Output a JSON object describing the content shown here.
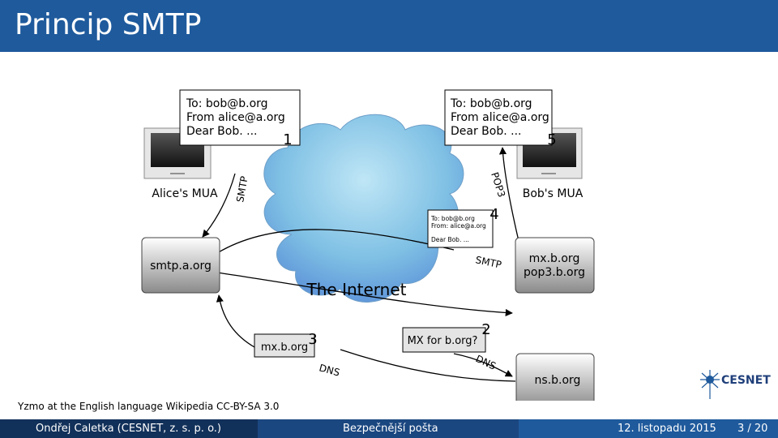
{
  "slide": {
    "title": "Princip SMTP"
  },
  "diagram": {
    "alice_mua": "Alice's MUA",
    "bob_mua": "Bob's MUA",
    "cloud": "The Internet",
    "smtp_server": "smtp.a.org",
    "mx_server": [
      "mx.b.org",
      "pop3.b.org"
    ],
    "ns_server": "ns.b.org",
    "mx_result": "mx.b.org",
    "mx_query": "MX for b.org?",
    "email_alice": [
      "To: bob@b.org",
      "From alice@a.org",
      "Dear Bob. ..."
    ],
    "email_bob": [
      "To: bob@b.org",
      "From alice@a.org",
      "Dear Bob. ..."
    ],
    "email_small": [
      "To: bob@b.org",
      "From: alice@a.org",
      "Dear Bob. ..."
    ],
    "steps": [
      "1",
      "2",
      "3",
      "4",
      "5"
    ],
    "protocols": {
      "smtp_alice": "SMTP",
      "smtp_internet": "SMTP",
      "pop3": "POP3",
      "dns_mx": "DNS",
      "dns_ns": "DNS"
    }
  },
  "credit": "Yzmo at the English language Wikipedia CC-BY-SA 3.0",
  "footer": {
    "author": "Ondřej Caletka (CESNET, z. s. p. o.)",
    "talk": "Bezpečnější pošta",
    "date": "12. listopadu 2015",
    "page": "3 / 20"
  },
  "logo": {
    "text": "CESNET"
  },
  "colors": {
    "title_bar": "#1e5a9c",
    "footer_dark": "#12315a",
    "footer_mid": "#1b4780",
    "footer_light": "#1f5a9c",
    "cloud": "#87cbea"
  }
}
